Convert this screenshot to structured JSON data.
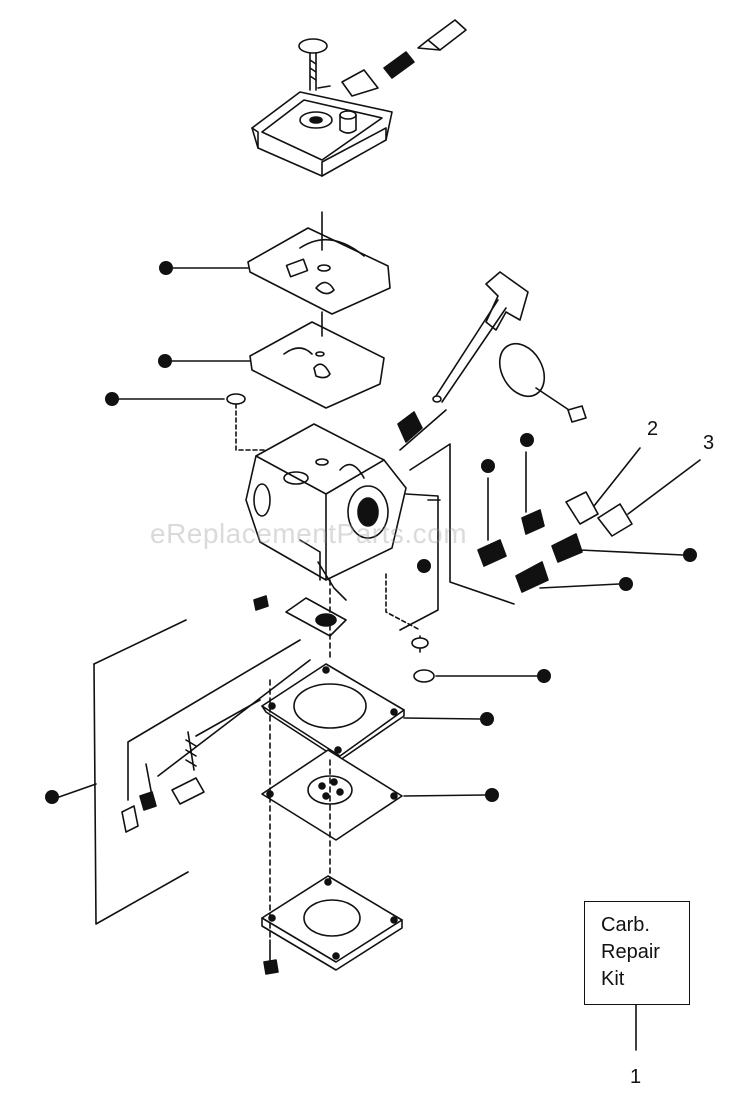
{
  "kit": {
    "lines": [
      "Carb.",
      "Repair",
      "Kit"
    ],
    "number": "1"
  },
  "callouts": {
    "two": "2",
    "three": "3"
  },
  "watermark": "eReplacementParts.com",
  "colors": {
    "ink": "#111111",
    "paper": "#ffffff",
    "watermark": "#969696"
  }
}
